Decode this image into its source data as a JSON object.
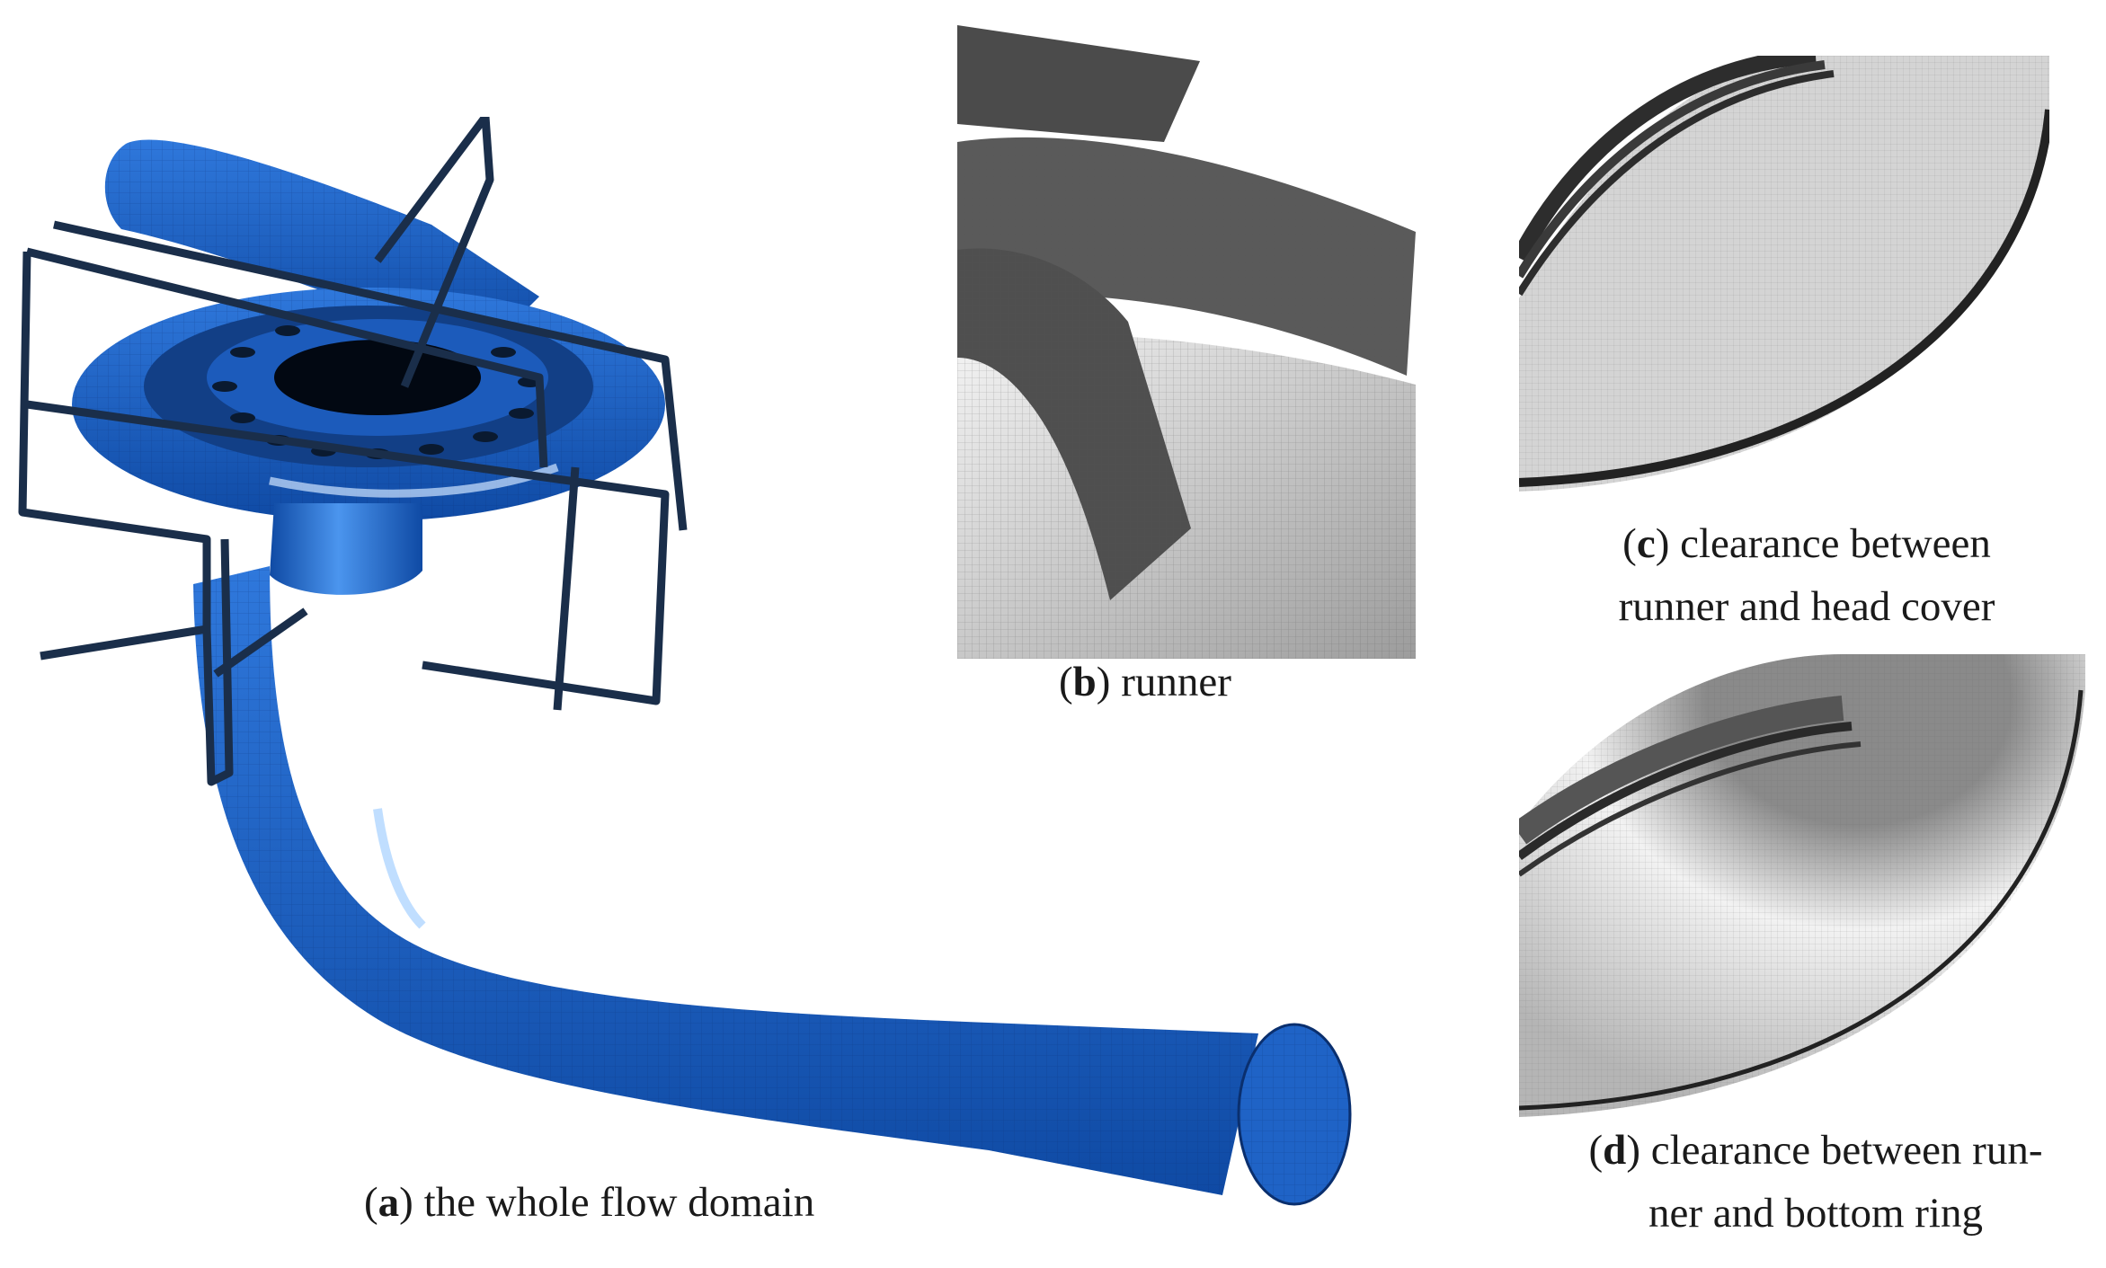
{
  "figure": {
    "panels": [
      {
        "id": "a",
        "label": "a",
        "caption": "the whole flow domain",
        "visual": "blue meshed spiral casing, stay vanes and elbow draft tube with measurement plane frames"
      },
      {
        "id": "b",
        "label": "b",
        "caption": "runner",
        "visual": "grey meshed runner blades"
      },
      {
        "id": "c",
        "label": "c",
        "caption_line1": "clearance between",
        "caption_line2": "runner and head cover",
        "visual": "grey meshed annular clearance"
      },
      {
        "id": "d",
        "label": "d",
        "caption_line1": "clearance between run-",
        "caption_line2": "ner and bottom ring",
        "visual": "grey meshed annular clearance"
      }
    ]
  },
  "colors": {
    "mesh_blue": "#1e63c4",
    "mesh_blue_dark": "#0c3f8f",
    "frame_navy": "#1a2e4a",
    "mesh_grey": "#c9c9c9",
    "mesh_grey_dark": "#4a4a4a"
  }
}
